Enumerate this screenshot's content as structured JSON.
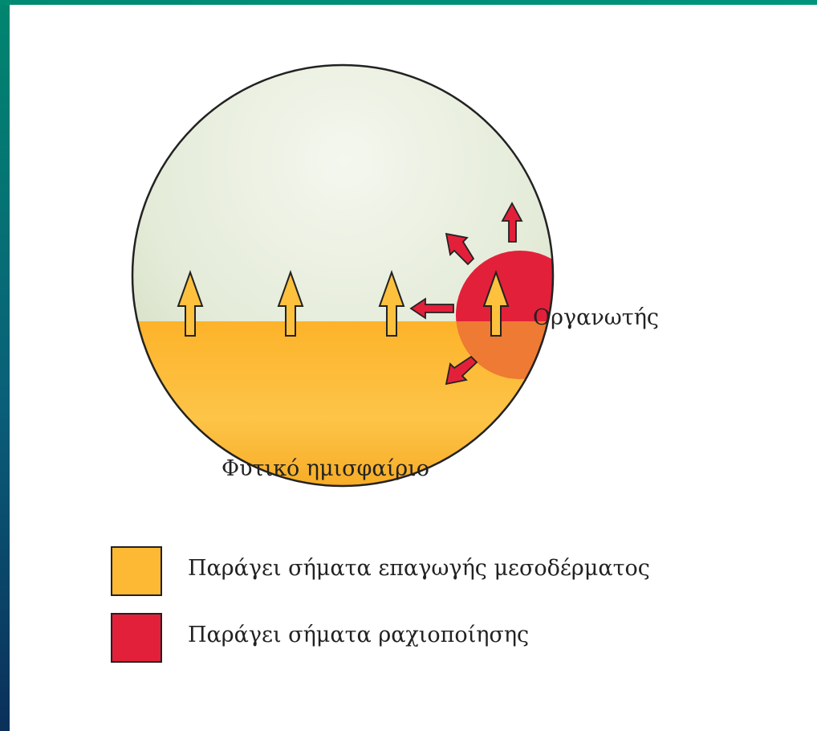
{
  "labels": {
    "organizer": "Οργανωτής",
    "vegetal_hemisphere": "Φυτικό ημισφαίριο"
  },
  "legend": [
    {
      "label": "Παράγει σήματα επαγωγής μεσοδέρματος",
      "color": "#fdb934"
    },
    {
      "label": "Παράγει σήματα ραχιοποίησης",
      "color": "#e3203a"
    }
  ],
  "colors": {
    "frame_accent": "#00866f",
    "animal_hemisphere": "#e3ead7",
    "vegetal_hemisphere": "#fdb934",
    "organizer": "#e3203a",
    "overlap": "#ee7a33",
    "outline": "#222222"
  }
}
